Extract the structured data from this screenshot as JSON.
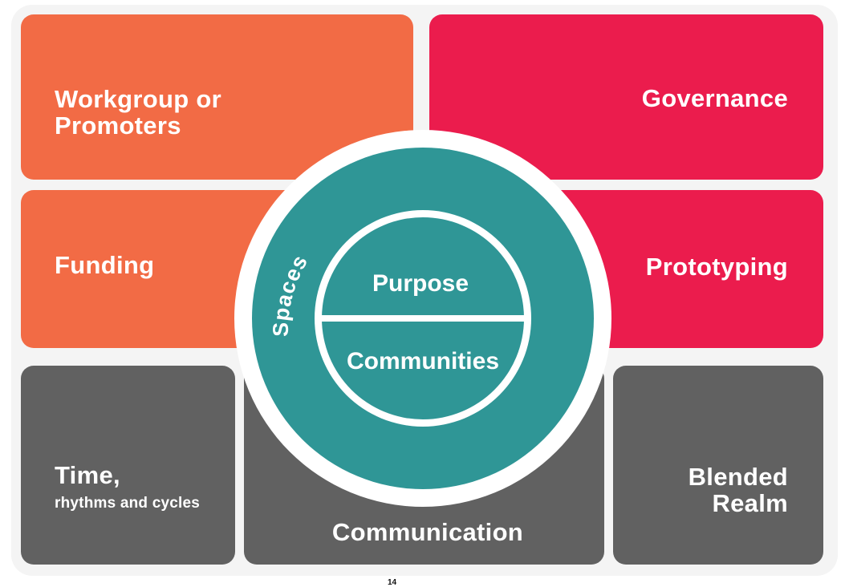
{
  "colors": {
    "orange": "#f26b45",
    "red": "#eb1c4d",
    "grey": "#616161",
    "teal": "#2f9696",
    "background": "#f4f4f4"
  },
  "tiles": {
    "workgroup": {
      "line1": "Workgroup or",
      "line2": "Promoters"
    },
    "governance": "Governance",
    "funding": "Funding",
    "prototyping": "Prototyping",
    "time": {
      "line1": "Time,",
      "line2": "rhythms and cycles"
    },
    "communication": "Communication",
    "blended": {
      "line1": "Blended",
      "line2": "Realm"
    }
  },
  "center": {
    "ring_label": "Spaces",
    "top_half": "Purpose",
    "bottom_half": "Communities"
  },
  "page_mark": "14"
}
